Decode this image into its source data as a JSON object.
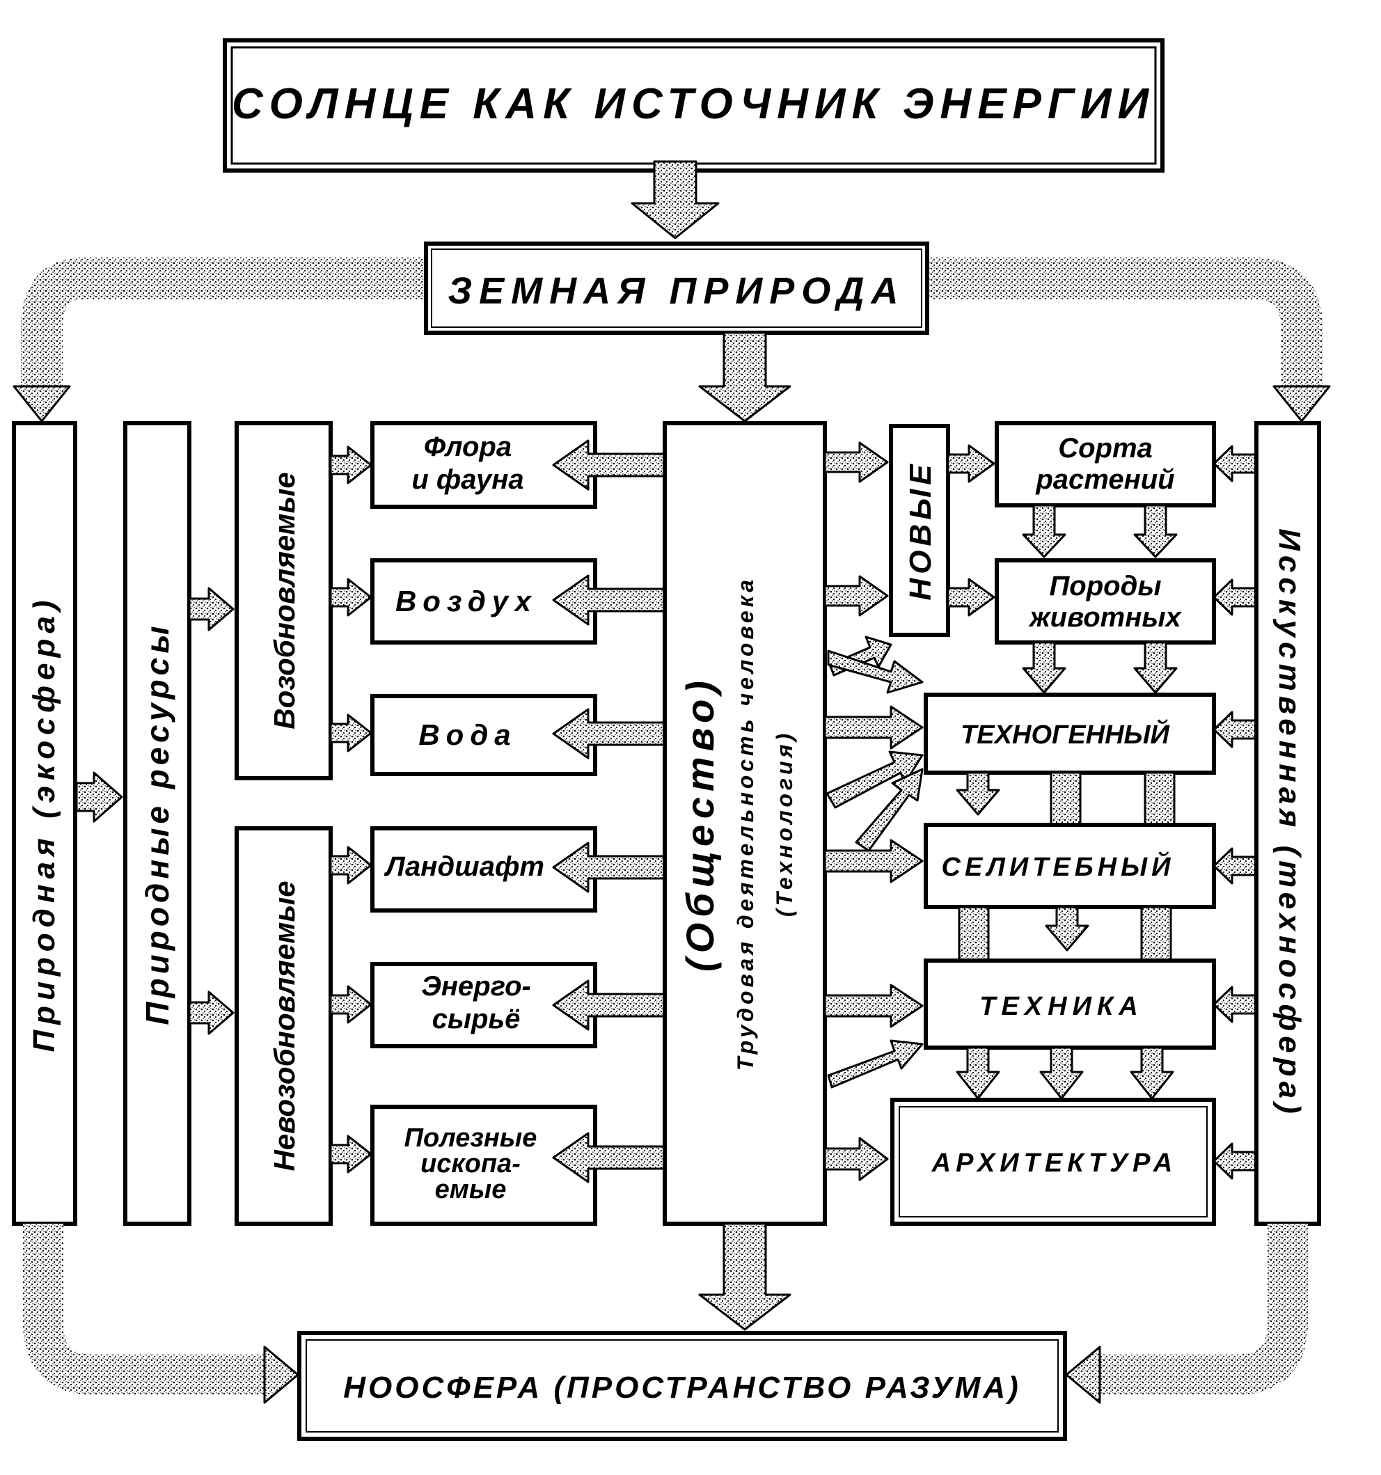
{
  "title": "СОЛНЦЕ КАК ИСТОЧНИК ЭНЕРГИИ",
  "nature": "ЗЕМНАЯ ПРИРОДА",
  "noosphere": "НООСФЕРА (ПРОСТРАНСТВО РАЗУМА)",
  "left_columns": {
    "natural": "Природная (экосфера)",
    "resources": "Природные ресурсы",
    "renewable": "Возобновляемые",
    "nonrenewable": "Невозобновляемые"
  },
  "resources": {
    "flora_line1": "Флора",
    "flora_line2": "и фауна",
    "air": "Воздух",
    "water": "Вода",
    "landscape": "Ландшафт",
    "energy_line1": "Энерго-",
    "energy_line2": "сырьё",
    "minerals_line1": "Полезные",
    "minerals_line2": "ископа-",
    "minerals_line3": "емые"
  },
  "society": {
    "main": "(Общество)",
    "sub": "Трудовая деятельность человека",
    "tech": "(Технология)"
  },
  "right": {
    "new": "НОВЫЕ",
    "plants_line1": "Сорта",
    "plants_line2": "растений",
    "breeds_line1": "Породы",
    "breeds_line2": "животных",
    "technogenic": "ТЕХНОГЕННЫЙ",
    "residential": "СЕЛИТЕБНЫЙ",
    "technics": "ТЕХНИКА",
    "architecture": "АРХИТЕКТУРА",
    "artificial": "Исскуственная (техносфера)"
  }
}
